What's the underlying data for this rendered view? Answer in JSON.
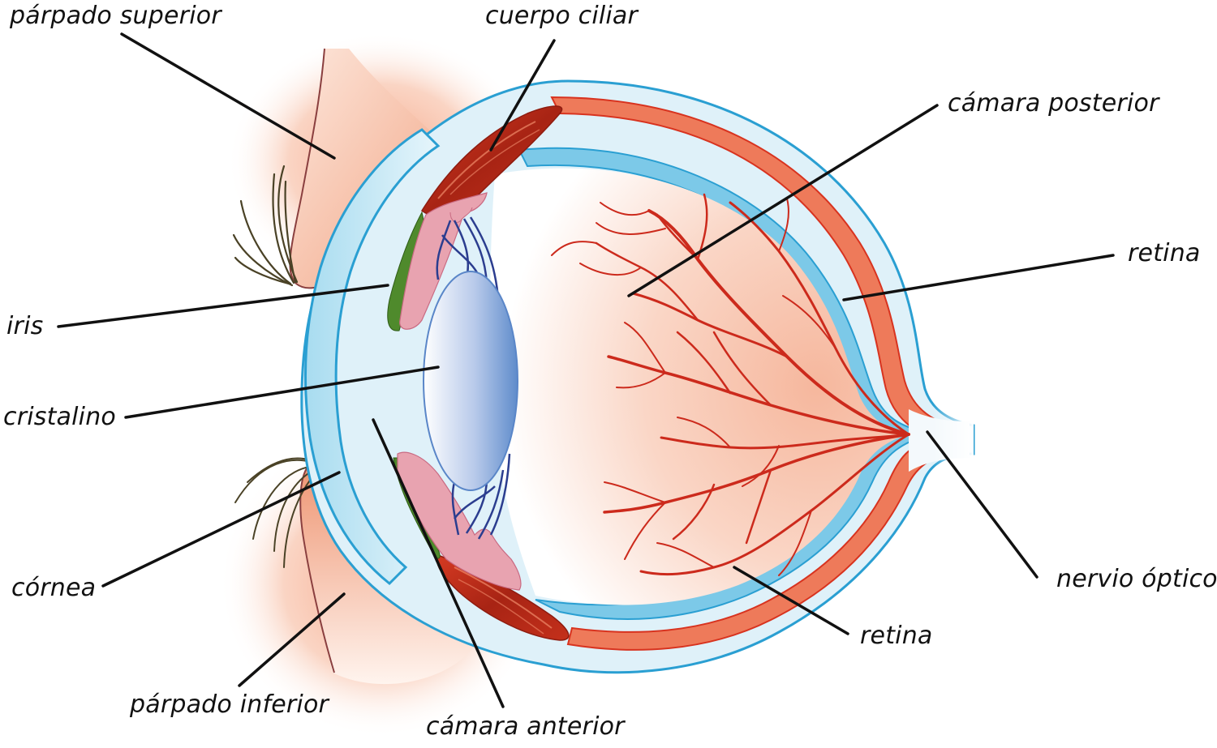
{
  "diagram": {
    "title": "Anatomía del ojo",
    "language": "es",
    "labels": {
      "parpado_superior": "párpado superior",
      "cuerpo_ciliar": "cuerpo ciliar",
      "camara_posterior": "cámara posterior",
      "retina_upper": "retina",
      "iris": "iris",
      "cristalino": "cristalino",
      "cornea": "córnea",
      "parpado_inferior": "párpado inferior",
      "camara_anterior": "cámara anterior",
      "retina_lower": "retina",
      "nervio_optico": "nervio óptico"
    },
    "colors": {
      "sclera_blue": "#7cc9e8",
      "sclera_outline": "#2a9fd2",
      "choroid_red": "#ee7a5a",
      "choroid_outline": "#d8331f",
      "vitreous_peach": "#f7c6ae",
      "eyelid_skin": "#f2a585",
      "iris_green": "#4f8a2c",
      "iris_pink": "#e8a3b0",
      "lens_blue": "#7fa3d8",
      "zonule_blue": "#2b3d8f",
      "muscle_red": "#b52a1a",
      "vessel_red": "#cc2a1c",
      "eyelash": "#4a4226",
      "leader_line": "#111111"
    }
  }
}
